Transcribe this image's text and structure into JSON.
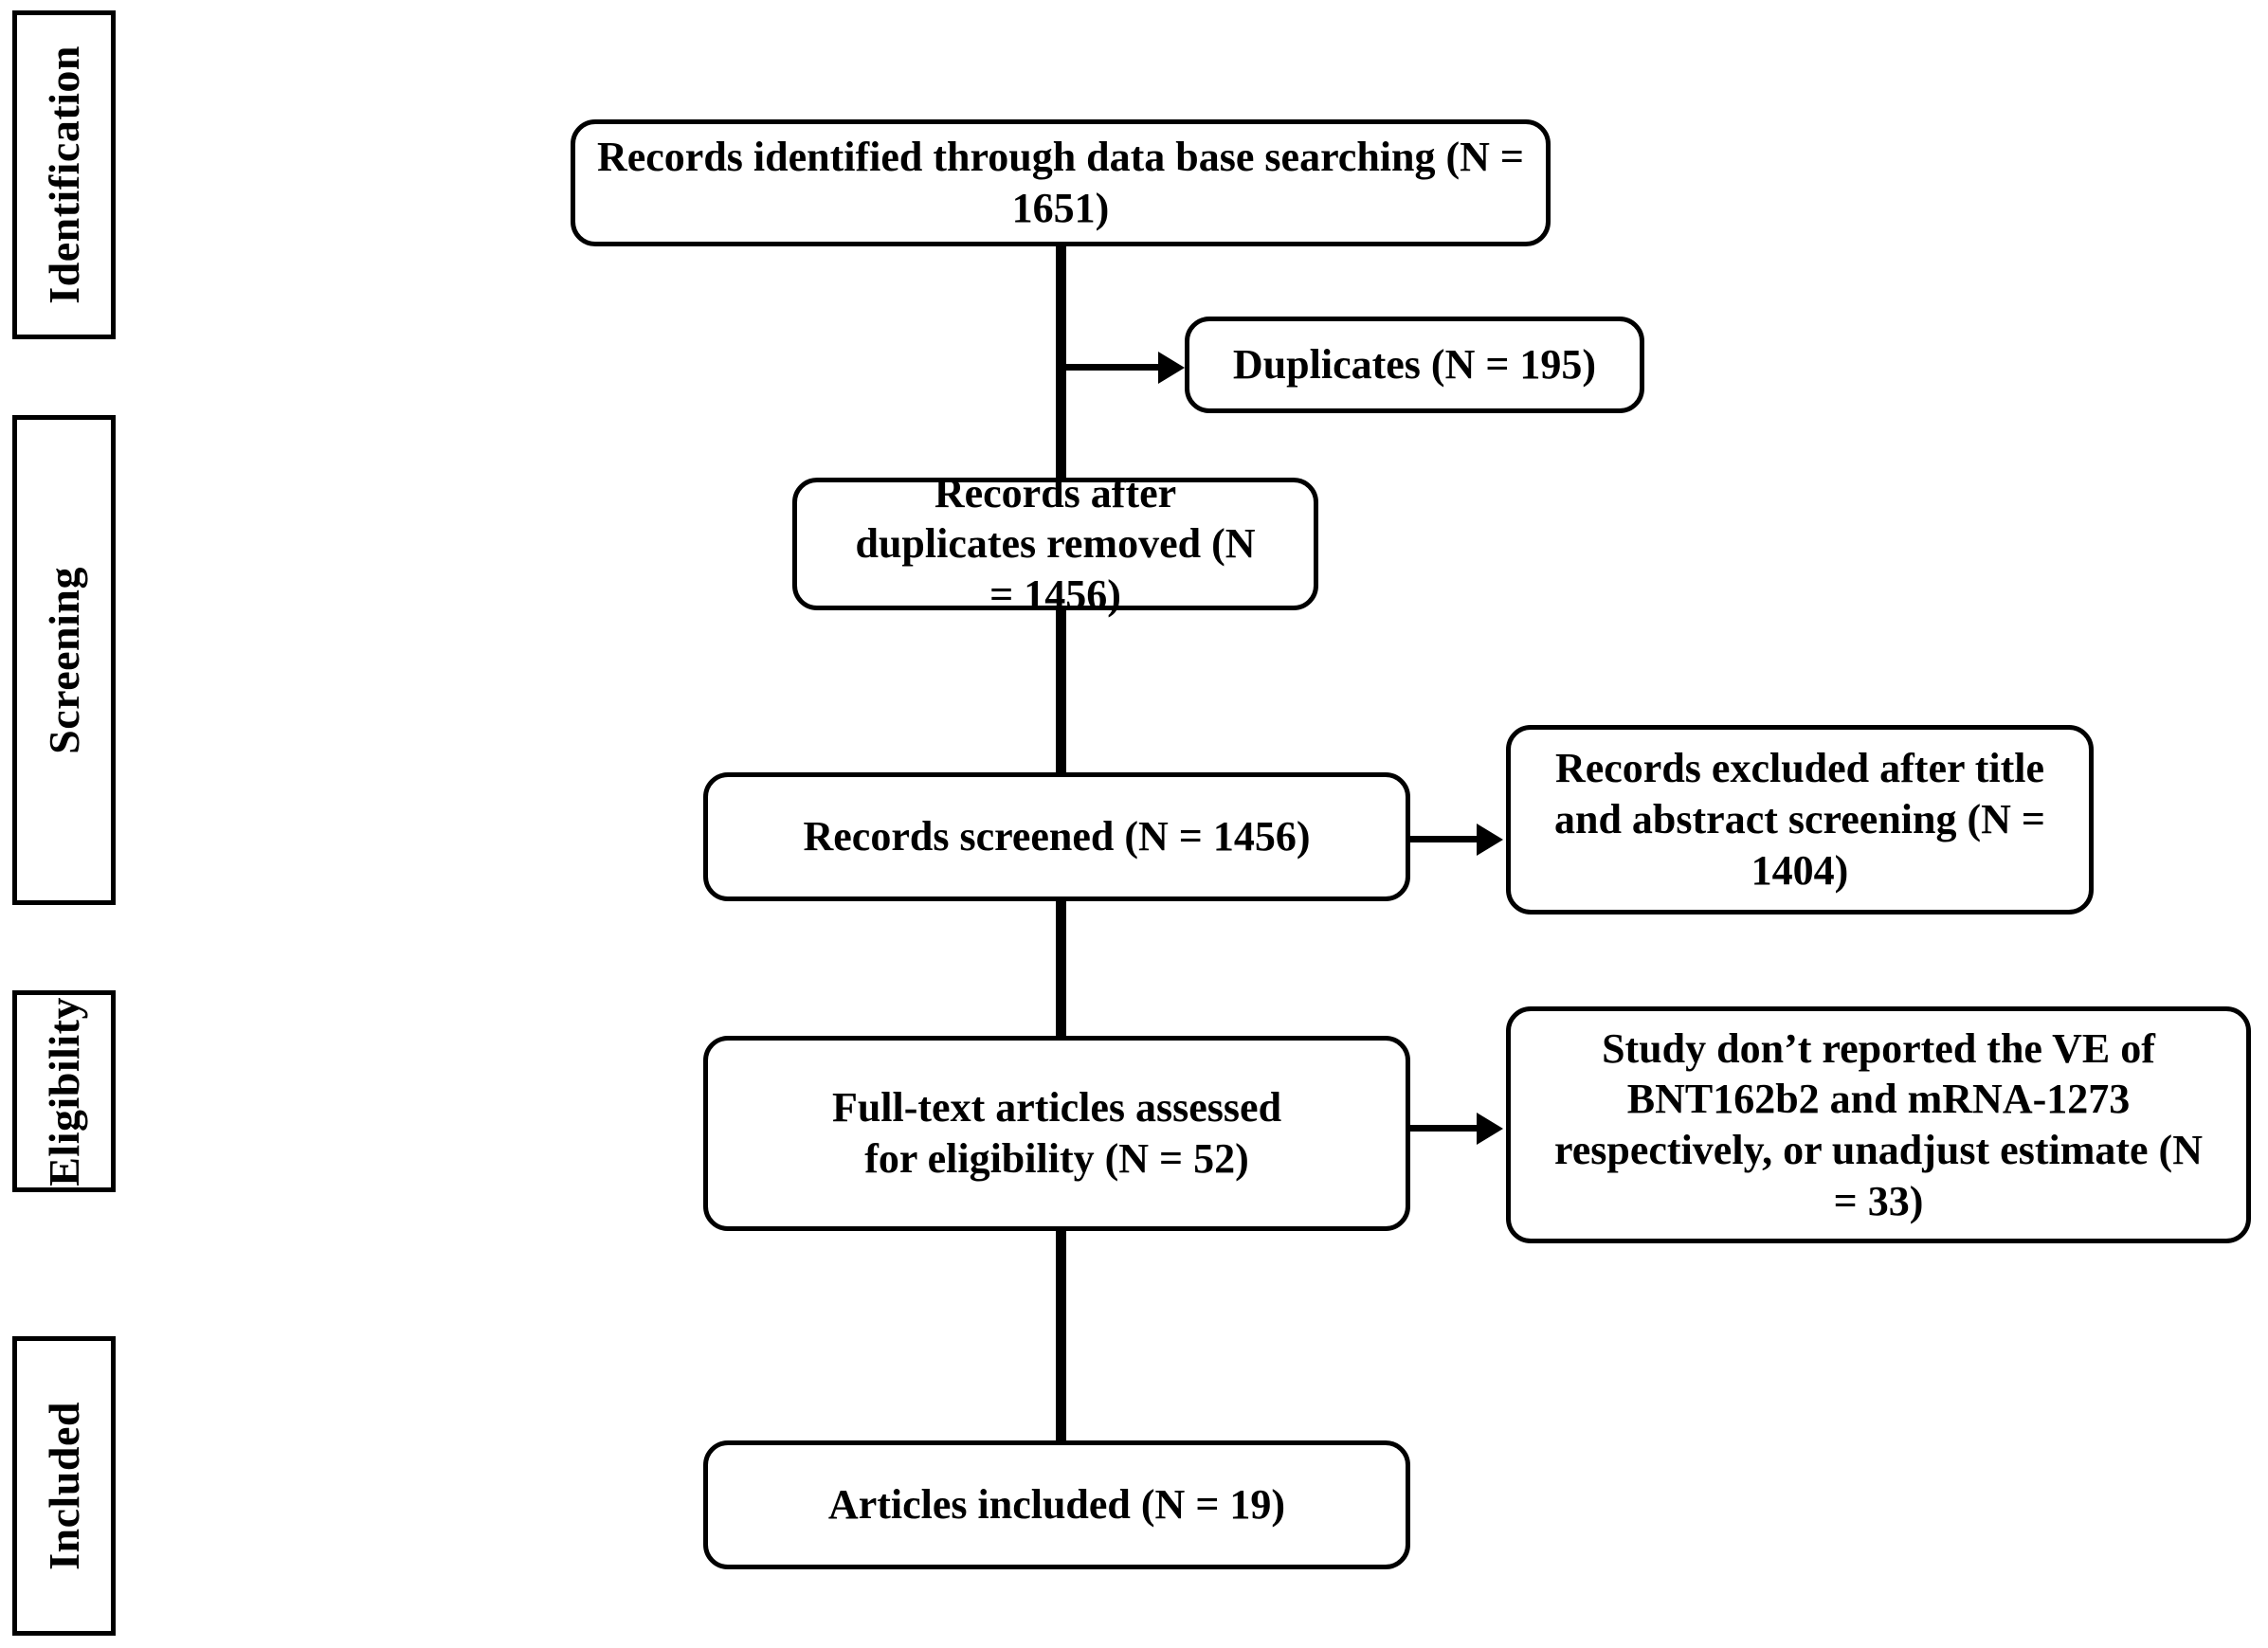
{
  "diagram": {
    "type": "prisma-flow-diagram",
    "title": "PRISMA Flow Diagram",
    "line_color": "#000000",
    "box_border_color": "#000000",
    "background_color": "#ffffff"
  },
  "stages": [
    {
      "id": "identification",
      "label": "Identification"
    },
    {
      "id": "screening",
      "label": "Screening"
    },
    {
      "id": "eligibility",
      "label": "Eligibility"
    },
    {
      "id": "included",
      "label": "Included"
    }
  ],
  "boxes": {
    "records_identified": {
      "text": "Records identified through data base searching (N = 1651)",
      "count": 1651
    },
    "duplicates": {
      "text": "Duplicates (N = 195)",
      "count": 195
    },
    "records_after_duplicates": {
      "text": "Records after duplicates removed (N = 1456)",
      "count": 1456
    },
    "records_screened": {
      "text": "Records screened (N = 1456)",
      "count": 1456
    },
    "records_excluded": {
      "text": "Records excluded after title and abstract screening (N = 1404)",
      "count": 1404
    },
    "full_text_assessed": {
      "text": "Full-text articles assessed for eligibility (N = 52)",
      "count": 52
    },
    "full_text_excluded": {
      "text": "Study don’t reported the VE of BNT162b2 and mRNA-1273 respectively, or unadjust estimate (N = 33)",
      "count": 33
    },
    "articles_included": {
      "text": "Articles included (N = 19)",
      "count": 19
    }
  },
  "flows": [
    {
      "from": "records_identified",
      "to": "duplicates",
      "kind": "side-branch"
    },
    {
      "from": "records_identified",
      "to": "records_after_duplicates",
      "kind": "main"
    },
    {
      "from": "records_after_duplicates",
      "to": "records_screened",
      "kind": "main"
    },
    {
      "from": "records_screened",
      "to": "records_excluded",
      "kind": "side-branch"
    },
    {
      "from": "records_screened",
      "to": "full_text_assessed",
      "kind": "main"
    },
    {
      "from": "full_text_assessed",
      "to": "full_text_excluded",
      "kind": "side-branch"
    },
    {
      "from": "full_text_assessed",
      "to": "articles_included",
      "kind": "main"
    }
  ]
}
